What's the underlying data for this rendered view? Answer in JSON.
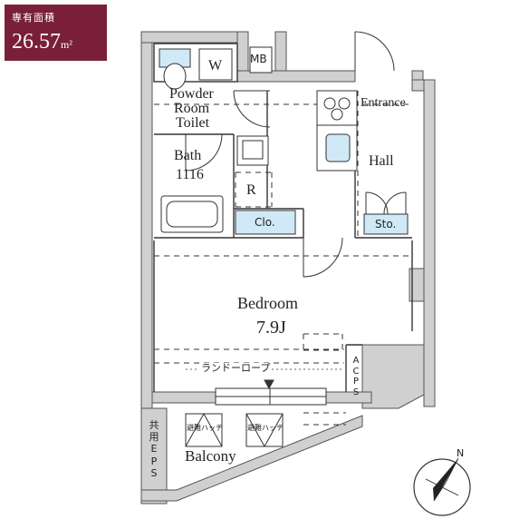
{
  "area": {
    "label": "専有面積",
    "value": "26.57",
    "unit": "m²"
  },
  "rooms": {
    "washer": "W",
    "mb": "MB",
    "powder1": "Powder",
    "powder2": "Room",
    "powder3": "Toilet",
    "bath1": "Bath",
    "bath2": "1116",
    "refrigerator": "R",
    "closet": "Clo.",
    "entrance": "Entrance",
    "hall": "Hall",
    "storage": "Sto.",
    "bedroom": "Bedroom",
    "bedroom_size": "7.9J",
    "laundry_rope": "ランドーロープ",
    "acps": "ACPS",
    "eps_shared": "共用EPS",
    "hatch_left": "避難ハッチ",
    "hatch_right": "避難ハッチ",
    "balcony": "Balcony"
  },
  "compass": {
    "label": "N"
  },
  "colors": {
    "badge": "#7a1f3a",
    "fixture_fill": "#cfe9f7",
    "wall": "#c8c8c8",
    "line": "#333333"
  }
}
